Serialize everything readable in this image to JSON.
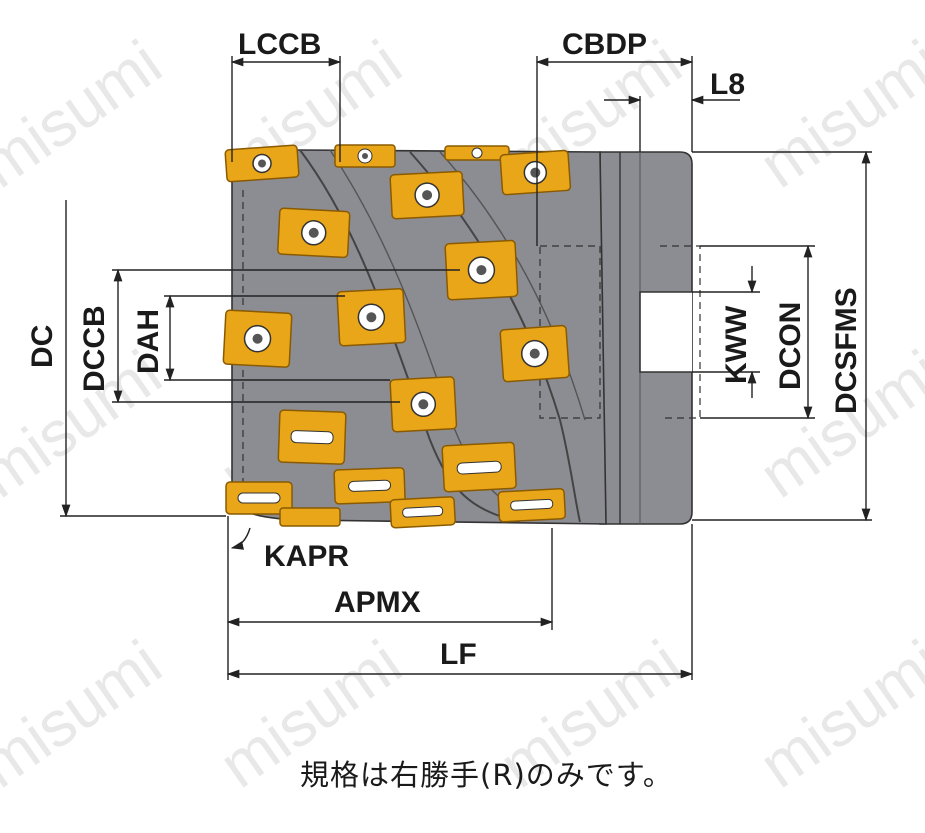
{
  "watermark": "misumi",
  "colors": {
    "body": "#8c8c93",
    "body_dark": "#6d6d74",
    "insert": "#e9a619",
    "insert_edge": "#8a5a00",
    "dim_line": "#222222"
  },
  "labels": {
    "lccb": "LCCB",
    "cbdp": "CBDP",
    "l8": "L8",
    "dc": "DC",
    "dccb": "DCCB",
    "dah": "DAH",
    "kww": "KWW",
    "dcon": "DCON",
    "dcsfms": "DCSFMS",
    "kapr": "KAPR",
    "apmx": "APMX",
    "lf": "LF"
  },
  "note": "規格は右勝手(R)のみです。"
}
